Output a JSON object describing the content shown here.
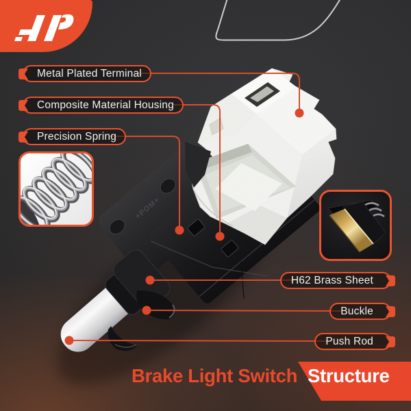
{
  "brand": {
    "logo_text": "AP"
  },
  "callouts": {
    "left": [
      {
        "label": "Metal Plated Terminal"
      },
      {
        "label": "Composite Material Housing"
      },
      {
        "label": "Precision Spring"
      }
    ],
    "right": [
      {
        "label": "H62 Brass Sheet"
      },
      {
        "label": "Buckle"
      },
      {
        "label": "Push Rod"
      }
    ]
  },
  "product": {
    "name": "Brake Light Switch",
    "molded_text": "+POM+"
  },
  "insets": {
    "spring_inset": "precision spring close-up photo",
    "brass_inset": "H62 brass sheet close-up photo"
  },
  "title": {
    "main": "Brake Light Switch",
    "highlight": "Structure"
  },
  "colors": {
    "accent": "#E8512E",
    "callout_dot": "#DE4527",
    "title_orange": "#E8472C",
    "logo_orange": "#E84E2B",
    "background": "#232324"
  }
}
